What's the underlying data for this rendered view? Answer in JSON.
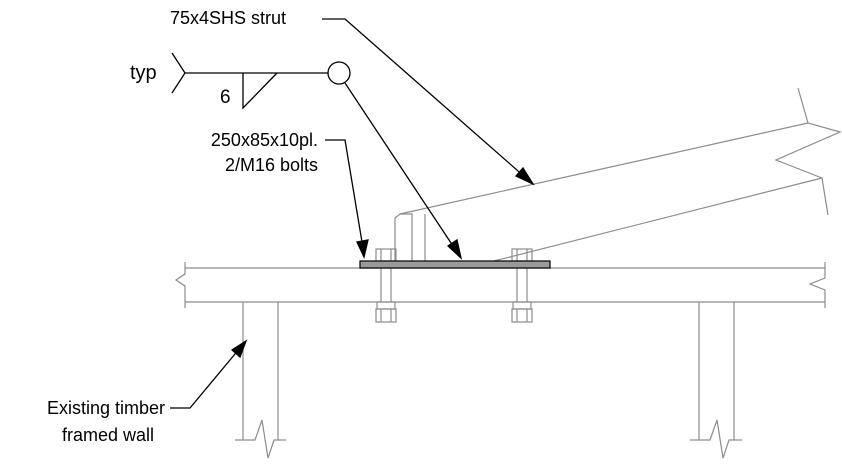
{
  "labels": {
    "strut": "75x4SHS strut",
    "weld_typ": "typ",
    "weld_size": "6",
    "plate_line1": "250x85x10pl.",
    "plate_line2": "2/M16 bolts",
    "wall_line1": "Existing timber",
    "wall_line2": "framed wall"
  },
  "colors": {
    "line": "#000000",
    "construction": "#8c8c8c",
    "plate_fill": "#9a9a9a"
  }
}
